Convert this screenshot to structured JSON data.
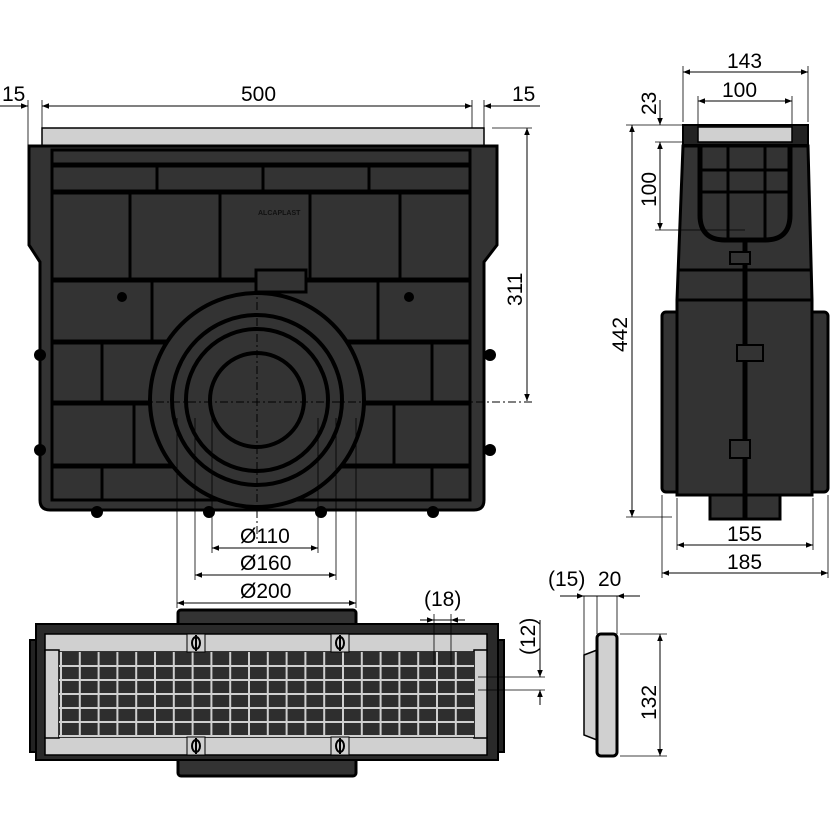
{
  "drawing": {
    "front_view": {
      "dims": {
        "left_overhang": "15",
        "width": "500",
        "right_overhang": "15",
        "outlet_height": "311",
        "d110": "Ø110",
        "d160": "Ø160",
        "d200": "Ø200"
      },
      "logo": "ALCAPLAST"
    },
    "side_view": {
      "dims": {
        "top_width": "143",
        "inner_width": "100",
        "grate_height": "23",
        "basket_depth": "100",
        "total_height": "442",
        "bottom_width": "155",
        "max_width": "185"
      }
    },
    "top_view": {
      "dims": {
        "slot_pitch": "(18)",
        "bar_pitch": "(12)"
      }
    },
    "grate_section": {
      "dims": {
        "overhang": "(15)",
        "thickness": "20",
        "width": "132"
      }
    }
  },
  "colors": {
    "body": "#333333",
    "grate": "#d0d0d0",
    "line": "#000000"
  }
}
